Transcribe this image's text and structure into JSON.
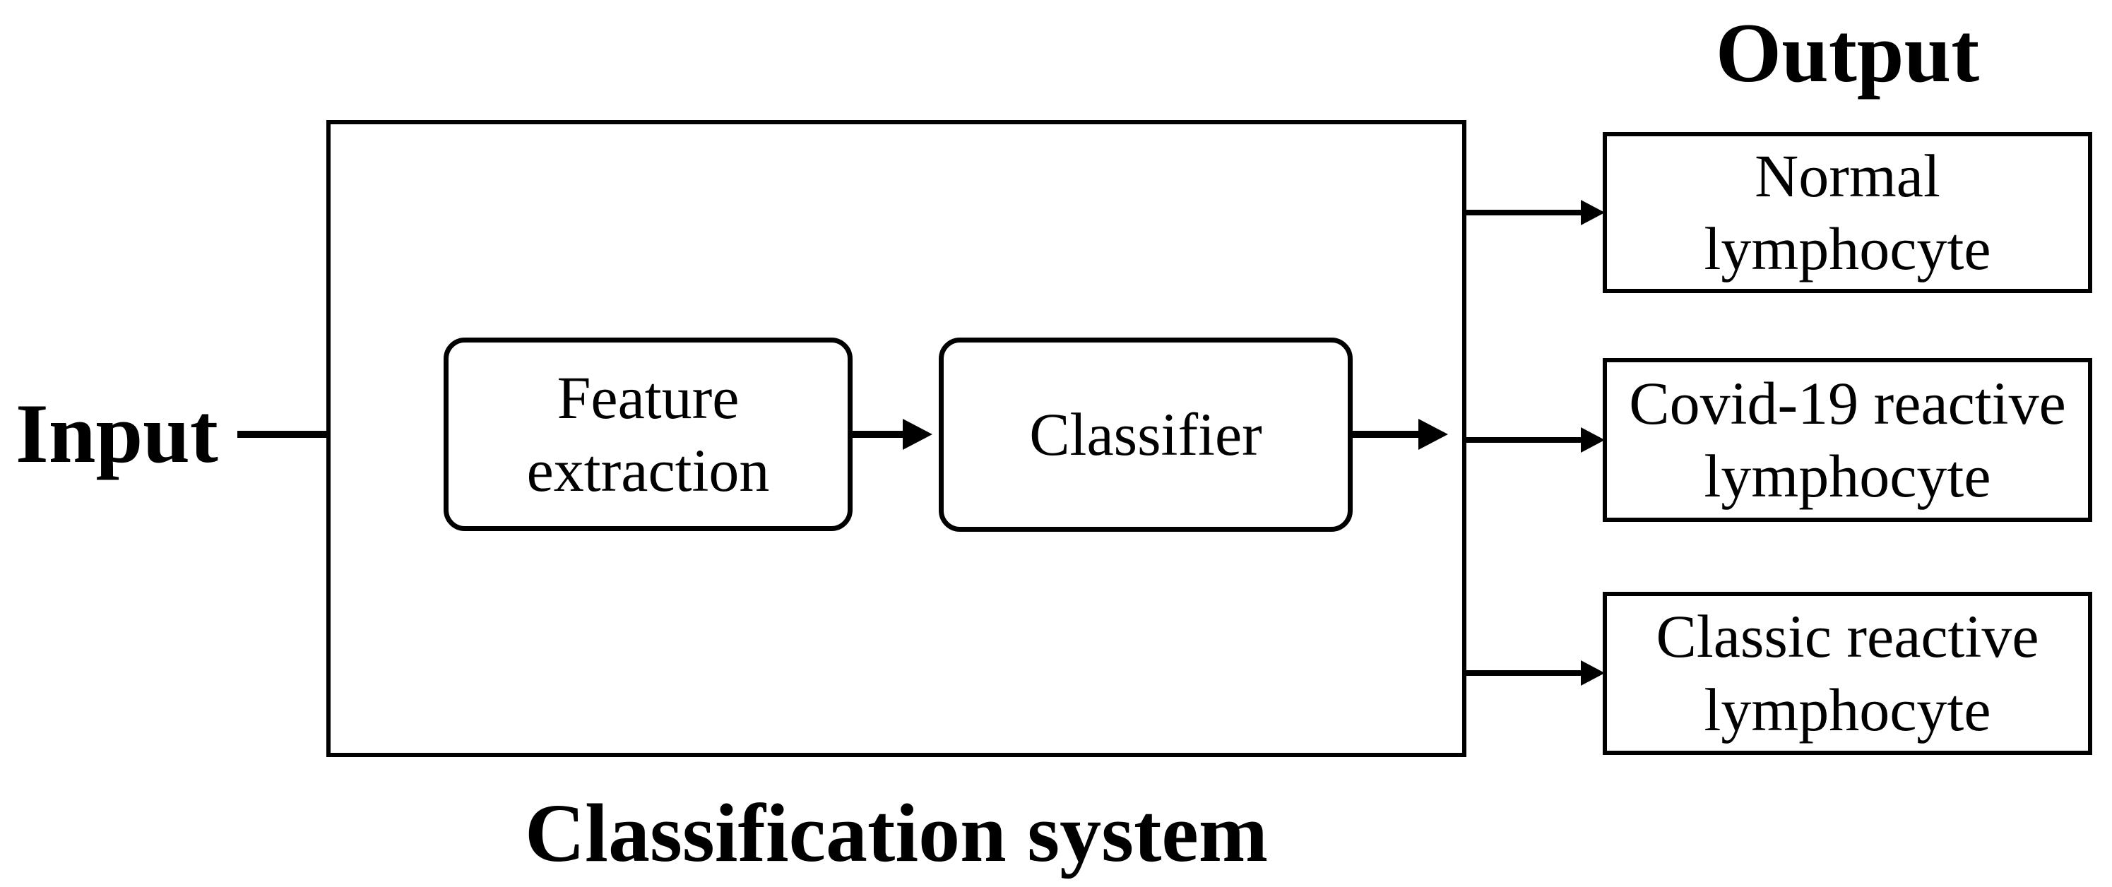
{
  "colors": {
    "foreground": "#000000",
    "background": "#ffffff"
  },
  "diagram": {
    "input_label": "Input",
    "output_title": "Output",
    "system_label": "Classification system",
    "stages": [
      {
        "label": "Feature\nextraction"
      },
      {
        "label": "Classifier"
      }
    ],
    "outputs": [
      {
        "label": "Normal\nlymphocyte"
      },
      {
        "label": "Covid-19 reactive\nlymphocyte"
      },
      {
        "label": "Classic reactive\nlymphocyte"
      }
    ]
  }
}
